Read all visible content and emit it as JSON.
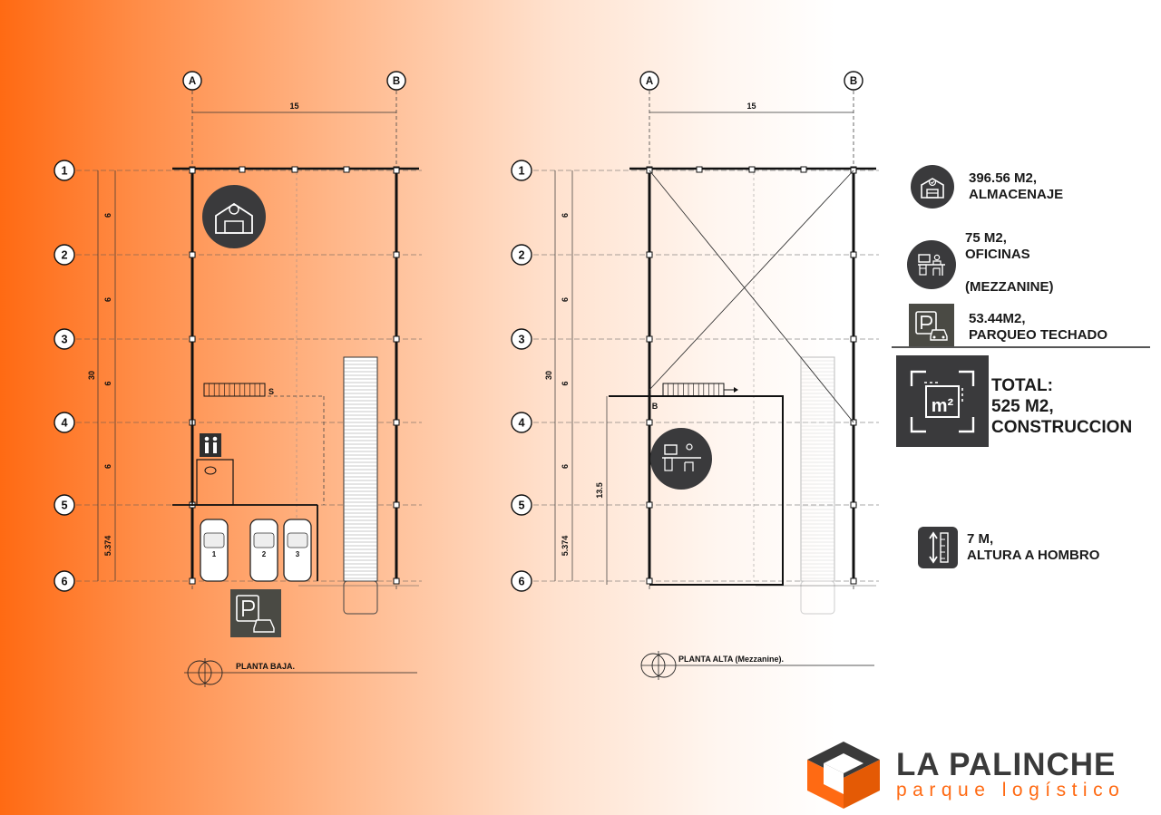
{
  "plans": {
    "grid_cols": [
      "A",
      "B"
    ],
    "grid_rows": [
      "1",
      "2",
      "3",
      "4",
      "5",
      "6"
    ],
    "width_dim": "15",
    "row_dims": [
      "6",
      "6",
      "6",
      "6",
      "5.374"
    ],
    "total_dim": "30",
    "mezz_dim": "13.5",
    "stair_label_low": "S",
    "stair_label_high": "B",
    "parking_numbers": [
      "1",
      "2",
      "3"
    ],
    "title_low": "PLANTA BAJA.",
    "title_high": "PLANTA ALTA (Mezzanine)."
  },
  "legend": {
    "storage": {
      "line1": "396.56 M2,",
      "line2": "ALMACENAJE",
      "icon": "warehouse-icon"
    },
    "offices": {
      "line1": "75 M2,",
      "line2": "OFICINAS",
      "line3": "(MEZZANINE)",
      "icon": "office-desk-icon"
    },
    "parking": {
      "line1": "53.44M2,",
      "line2": "PARQUEO TECHADO",
      "icon": "parking-icon"
    },
    "total": {
      "line1": "TOTAL:",
      "line2": "525 M2,",
      "line3": "CONSTRUCCION",
      "icon_text": "m²"
    },
    "height": {
      "line1": "7 M,",
      "line2": "ALTURA A HOMBRO",
      "icon": "height-ruler-icon"
    }
  },
  "brand": {
    "name": "LA PALINCHE",
    "tagline": "parque logístico",
    "color_primary": "#ff6a13",
    "color_dark": "#3a3a3a"
  }
}
